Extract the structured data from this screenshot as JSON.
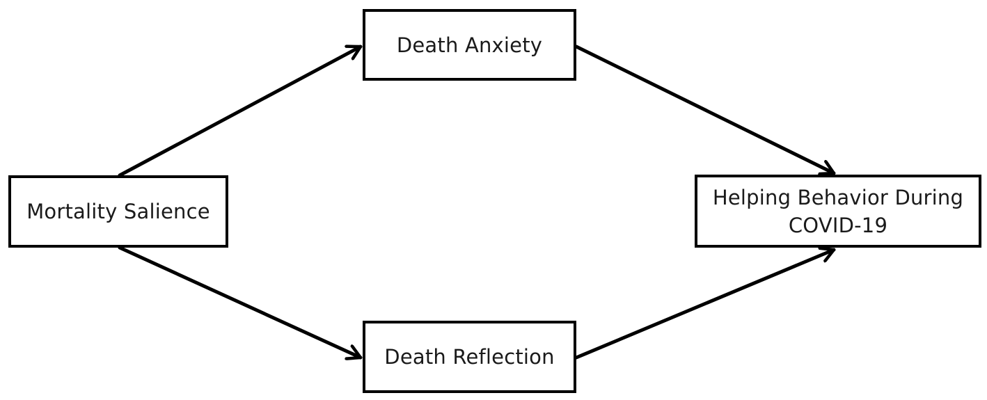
{
  "diagram": {
    "nodes": [
      {
        "id": "mortality-salience",
        "label": "Mortality Salience"
      },
      {
        "id": "death-anxiety",
        "label": "Death Anxiety"
      },
      {
        "id": "death-reflection",
        "label": "Death Reflection"
      },
      {
        "id": "helping-behavior",
        "label": "Helping Behavior During\nCOVID-19"
      }
    ],
    "edges": [
      {
        "from": "mortality-salience",
        "to": "death-anxiety"
      },
      {
        "from": "mortality-salience",
        "to": "death-reflection"
      },
      {
        "from": "death-anxiety",
        "to": "helping-behavior"
      },
      {
        "from": "death-reflection",
        "to": "helping-behavior"
      }
    ],
    "colors": {
      "stroke": "#000000",
      "background": "#ffffff",
      "text": "#1a1a1a"
    }
  }
}
